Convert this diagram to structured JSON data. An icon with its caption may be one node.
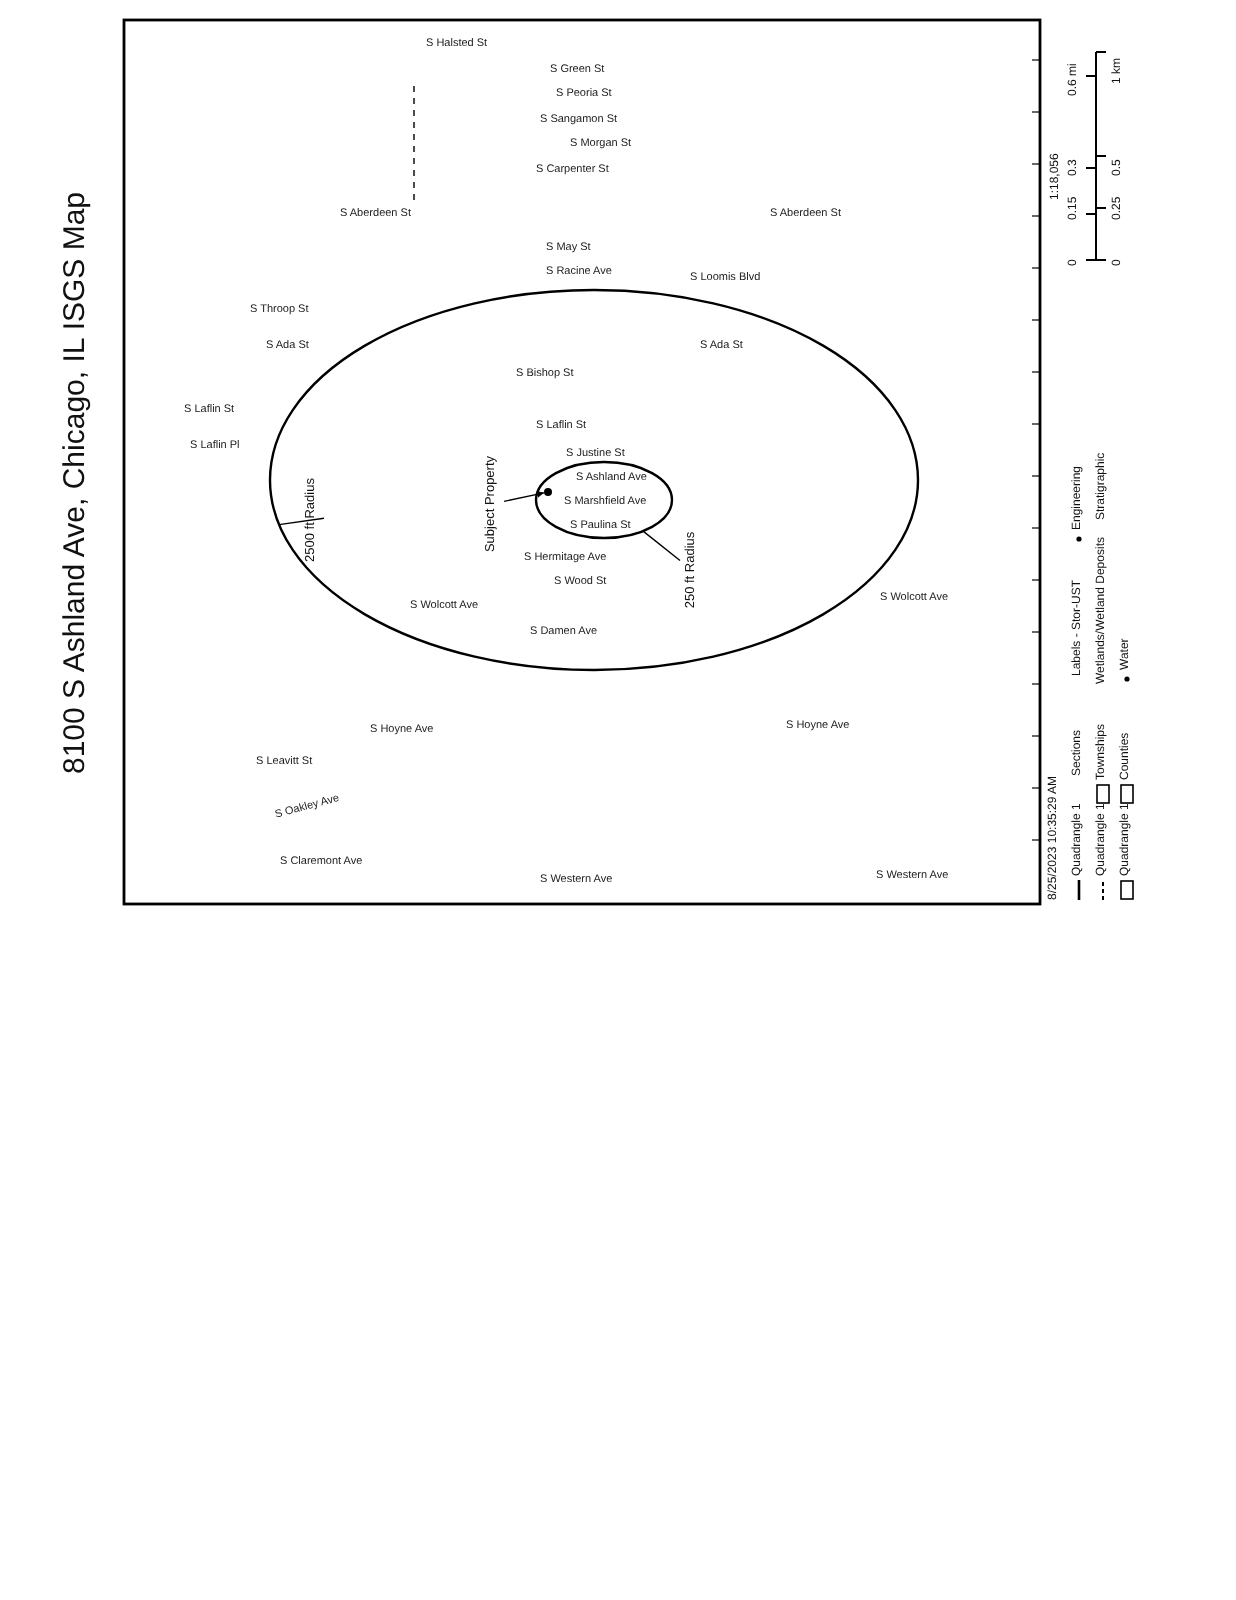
{
  "diagram": {
    "title": "8100 S Ashland Ave, Chicago, IL ISGS Map",
    "nodes": [
      {
        "text": [
          "Subject Property"
        ],
        "in": 4
      },
      {
        "text": [
          "2500 ft Radius"
        ],
        "in": 4
      },
      {
        "text": [
          "250 ft Radius"
        ],
        "in": 4
      },
      {
        "text": [],
        "shape": "circle",
        "in": 5
      },
      {
        "text": [],
        "shape": "circle"
      },
      {
        "text": [],
        "shape": "circle",
        "in": 4
      }
    ],
    "edges": [
      {
        "from": 0,
        "to": 3,
        "arrow": "to"
      },
      {
        "from": 1,
        "to": 4,
        "arrow": "none"
      },
      {
        "from": 2,
        "to": 5,
        "arrow": "none"
      }
    ],
    "labels": [
      "S Halsted St",
      "S Green St",
      "S Peoria St",
      "S Sangamon St",
      "S Morgan St",
      "S Carpenter St",
      "S Aberdeen St",
      "S Aberdeen St",
      "S May St",
      "S Racine Ave",
      "S Throop St",
      "S Loomis Blvd",
      "S Ada St",
      "S Ada St",
      "S Bishop St",
      "S Laflin St",
      "S Laflin Pl",
      "S Laflin St",
      "S Justine St",
      "S Ashland Ave",
      "S Marshfield Ave",
      "S Paulina St",
      "S Hermitage Ave",
      "S Wood St",
      "S Wolcott Ave",
      "S Wolcott Ave",
      "S Damen Ave",
      "S Hoyne Ave",
      "S Hoyne Ave",
      "S Leavitt St",
      "S Oakley Ave",
      "S Claremont Ave",
      "S Western Ave",
      "S Western Ave",
      "8/25/2023 10:35:29 AM",
      "1:18,056",
      "0",
      "0.15",
      "0.3",
      "0.6 mi",
      "0",
      "0.25",
      "0.5",
      "1 km"
    ],
    "legend": [
      {
        "text": "Quadrangle 1"
      },
      {
        "text": "Sections"
      },
      {
        "text": "Labels - Stor-UST"
      },
      {
        "text": "Engineering"
      },
      {
        "text": "Quadrangle 1"
      },
      {
        "text": "Townships"
      },
      {
        "text": "Wetlands/Wetland Deposits"
      },
      {
        "text": "Stratigraphic"
      },
      {
        "text": "Quadrangle 1"
      },
      {
        "text": "Counties"
      },
      {
        "text": "Water"
      }
    ]
  }
}
